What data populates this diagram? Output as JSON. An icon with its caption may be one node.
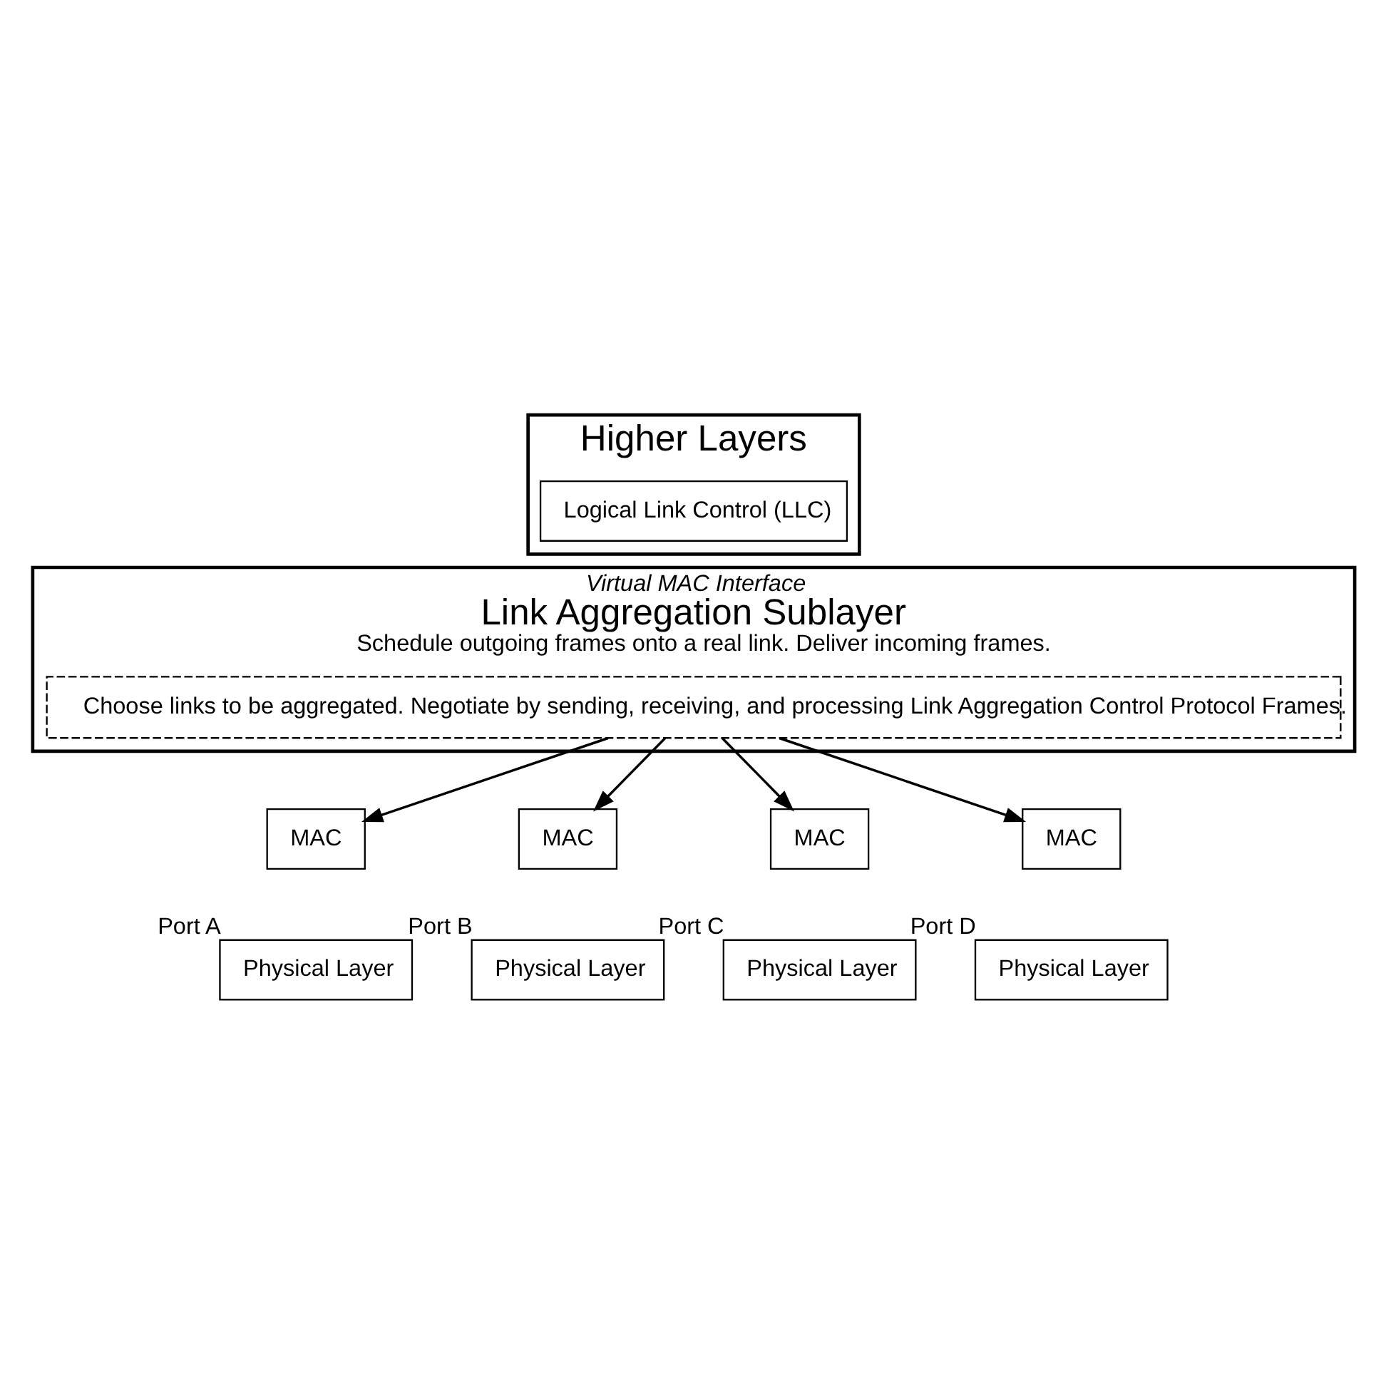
{
  "diagram": {
    "nodes": [
      {
        "text": [
          "Higher Layers"
        ]
      },
      {
        "text": [
          "Logical Link Control (LLC)"
        ],
        "in": 0
      },
      {
        "text": [
          "Virtual MAC Interface",
          "Link Aggregation Sublayer",
          "Schedule outgoing frames onto a real link. Deliver incoming frames."
        ]
      },
      {
        "text": [
          "Choose links to be aggregated. Negotiate by sending, receiving, and processing Link Aggregation Control Protocol Frames."
        ],
        "in": 2
      },
      {
        "text": [
          "MAC"
        ]
      },
      {
        "text": [
          "MAC"
        ]
      },
      {
        "text": [
          "MAC"
        ]
      },
      {
        "text": [
          "MAC"
        ]
      },
      {
        "text": [
          "Physical Layer"
        ],
        "beside": [
          "Port A"
        ]
      },
      {
        "text": [
          "Physical Layer"
        ],
        "beside": [
          "Port B"
        ]
      },
      {
        "text": [
          "Physical Layer"
        ],
        "beside": [
          "Port C"
        ]
      },
      {
        "text": [
          "Physical Layer"
        ],
        "beside": [
          "Port D"
        ]
      }
    ],
    "edges": [
      {
        "from": 3,
        "to": 4,
        "arrow": "to"
      },
      {
        "from": 3,
        "to": 5,
        "arrow": "to"
      },
      {
        "from": 3,
        "to": 6,
        "arrow": "to"
      },
      {
        "from": 3,
        "to": 7,
        "arrow": "to"
      }
    ]
  }
}
